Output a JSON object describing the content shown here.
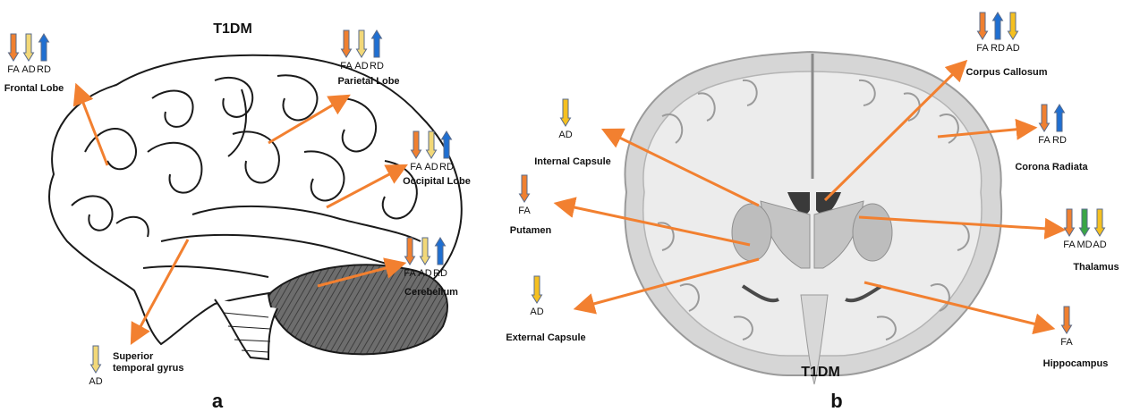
{
  "colors": {
    "orange": "#f08030",
    "light_yellow": "#f2d878",
    "yellow": "#f5c020",
    "blue": "#1f6fd1",
    "green": "#3aa645",
    "arrow_line": "#f28030",
    "arrow_outline": "#5a6b8a"
  },
  "panel_a": {
    "title": "T1DM",
    "panel_letter": "a",
    "regions": [
      {
        "id": "frontal-lobe",
        "label": "Frontal Lobe",
        "measures": [
          {
            "text": "FA",
            "dir": "down",
            "color": "orange"
          },
          {
            "text": "AD",
            "dir": "down",
            "color": "light_yellow"
          },
          {
            "text": "RD",
            "dir": "up",
            "color": "blue"
          }
        ]
      },
      {
        "id": "parietal-lobe",
        "label": "Parietal Lobe",
        "measures": [
          {
            "text": "FA",
            "dir": "down",
            "color": "orange"
          },
          {
            "text": "AD",
            "dir": "down",
            "color": "light_yellow"
          },
          {
            "text": "RD",
            "dir": "up",
            "color": "blue"
          }
        ]
      },
      {
        "id": "occipital-lobe",
        "label": "Occipital Lobe",
        "measures": [
          {
            "text": "FA",
            "dir": "down",
            "color": "orange"
          },
          {
            "text": "AD",
            "dir": "down",
            "color": "light_yellow"
          },
          {
            "text": "RD",
            "dir": "up",
            "color": "blue"
          }
        ]
      },
      {
        "id": "cerebellum",
        "label": "Cerebellum",
        "measures": [
          {
            "text": "FA",
            "dir": "down",
            "color": "orange"
          },
          {
            "text": "AD",
            "dir": "down",
            "color": "light_yellow"
          },
          {
            "text": "RD",
            "dir": "up",
            "color": "blue"
          }
        ]
      },
      {
        "id": "superior-temporal-gyrus",
        "label": "Superior temporal gyrus",
        "measures": [
          {
            "text": "AD",
            "dir": "down",
            "color": "light_yellow"
          }
        ]
      }
    ]
  },
  "panel_b": {
    "title": "T1DM",
    "panel_letter": "b",
    "regions": [
      {
        "id": "corpus-callosum",
        "label": "Corpus Callosum",
        "measures": [
          {
            "text": "FA",
            "dir": "down",
            "color": "orange"
          },
          {
            "text": "RD",
            "dir": "up",
            "color": "blue"
          },
          {
            "text": "AD",
            "dir": "down",
            "color": "yellow"
          }
        ]
      },
      {
        "id": "corona-radiata",
        "label": "Corona Radiata",
        "measures": [
          {
            "text": "FA",
            "dir": "down",
            "color": "orange"
          },
          {
            "text": "RD",
            "dir": "up",
            "color": "blue"
          }
        ]
      },
      {
        "id": "thalamus",
        "label": "Thalamus",
        "measures": [
          {
            "text": "FA",
            "dir": "down",
            "color": "orange"
          },
          {
            "text": "MD",
            "dir": "down",
            "color": "green"
          },
          {
            "text": "AD",
            "dir": "down",
            "color": "yellow"
          }
        ]
      },
      {
        "id": "hippocampus",
        "label": "Hippocampus",
        "measures": [
          {
            "text": "FA",
            "dir": "down",
            "color": "orange"
          }
        ]
      },
      {
        "id": "internal-capsule",
        "label": "Internal Capsule",
        "measures": [
          {
            "text": "AD",
            "dir": "down",
            "color": "yellow"
          }
        ]
      },
      {
        "id": "putamen",
        "label": "Putamen",
        "measures": [
          {
            "text": "FA",
            "dir": "down",
            "color": "orange"
          }
        ]
      },
      {
        "id": "external-capsule",
        "label": "External Capsule",
        "measures": [
          {
            "text": "AD",
            "dir": "down",
            "color": "yellow"
          }
        ]
      }
    ]
  }
}
